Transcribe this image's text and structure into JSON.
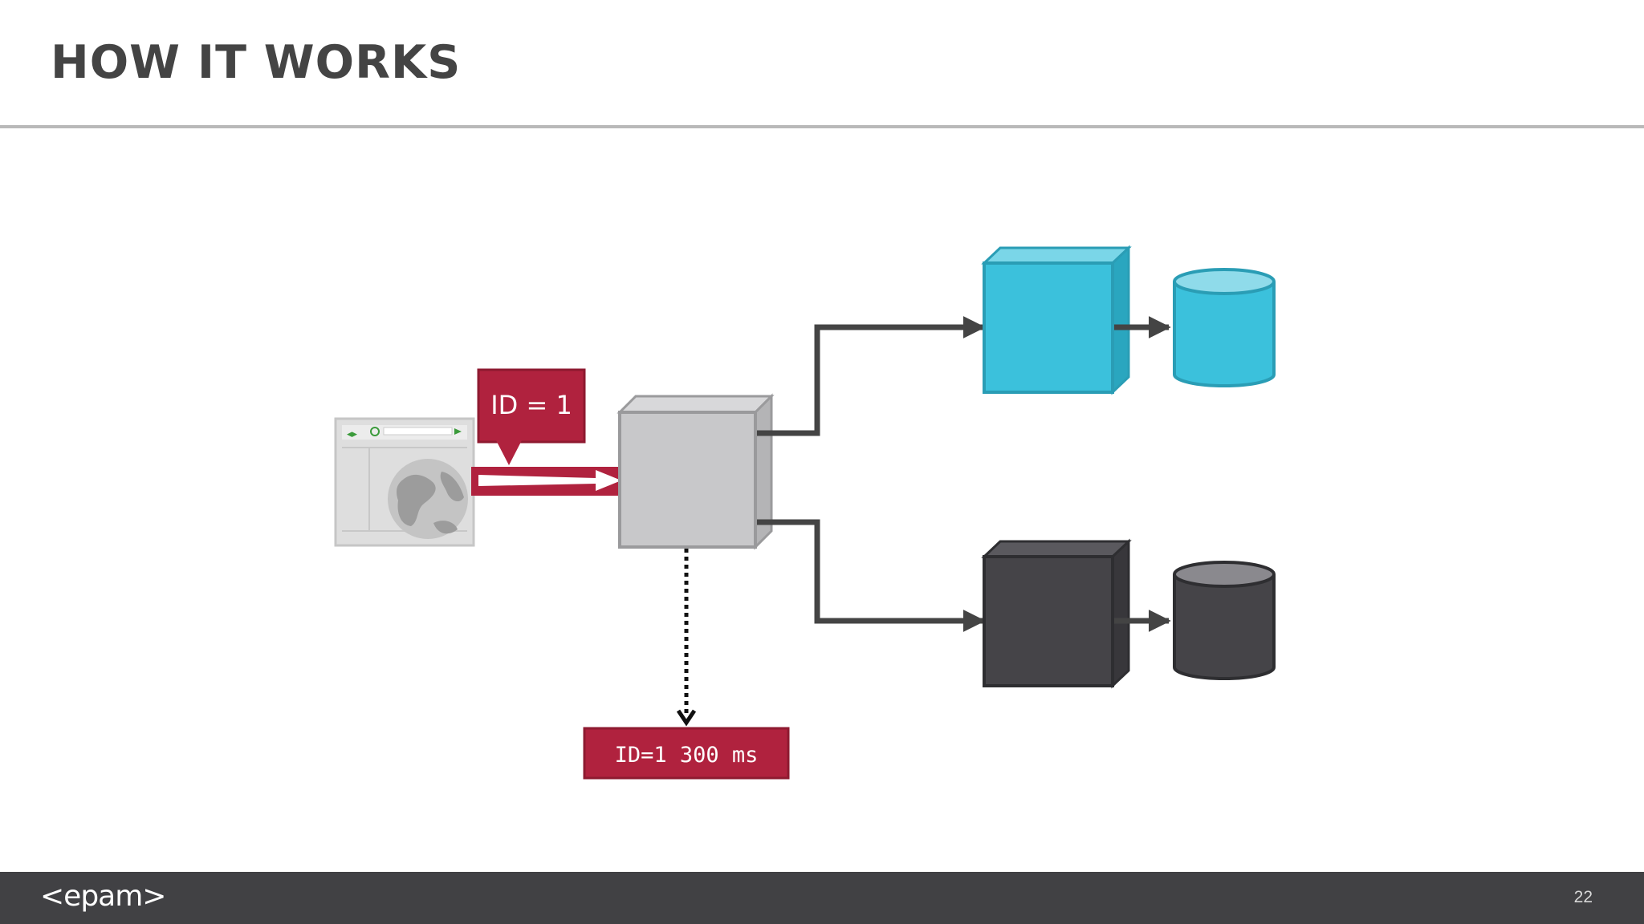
{
  "slide": {
    "title": "HOW IT WORKS",
    "page_number": "22"
  },
  "diagram": {
    "request_badge": "ID = 1",
    "timing_label": "ID=1 300 ms",
    "colors": {
      "accent_red": "#b0223e",
      "gateway_gray": "#c8c8ca",
      "service_cyan": "#3bc1dc",
      "service_dark": "#454448",
      "arrow": "#444444"
    }
  },
  "footer": {
    "logo": "<epam>"
  }
}
